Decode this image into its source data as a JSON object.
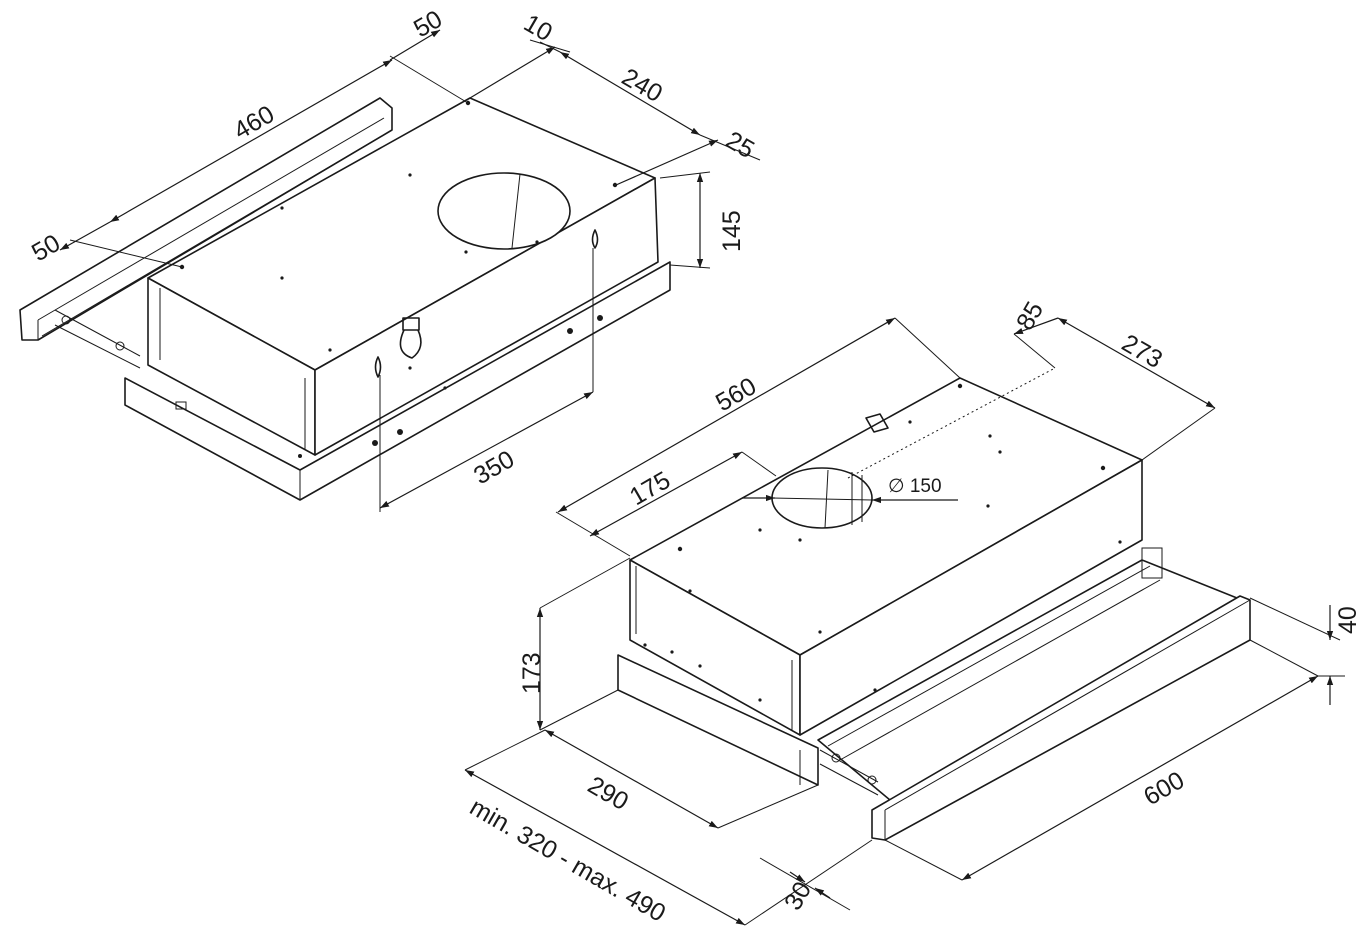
{
  "diagram": {
    "upper_view": {
      "dimensions": {
        "width_460": "460",
        "top_offset_50": "50",
        "left_offset_50": "50",
        "duct_offset_10": "10",
        "depth_240": "240",
        "edge_25": "25",
        "height_145": "145",
        "bracket_350": "350"
      }
    },
    "lower_view": {
      "dimensions": {
        "width_560": "560",
        "duct_offset_175": "175",
        "duct_offset_85": "85",
        "depth_273": "273",
        "duct_diameter": "∅ 150",
        "height_173": "173",
        "front_height_40": "40",
        "depth_290": "290",
        "front_width_600": "600",
        "extension_range": "min. 320 - max. 490",
        "panel_30": "30"
      }
    },
    "colors": {
      "line": "#1a1a1a",
      "background": "#ffffff"
    }
  }
}
